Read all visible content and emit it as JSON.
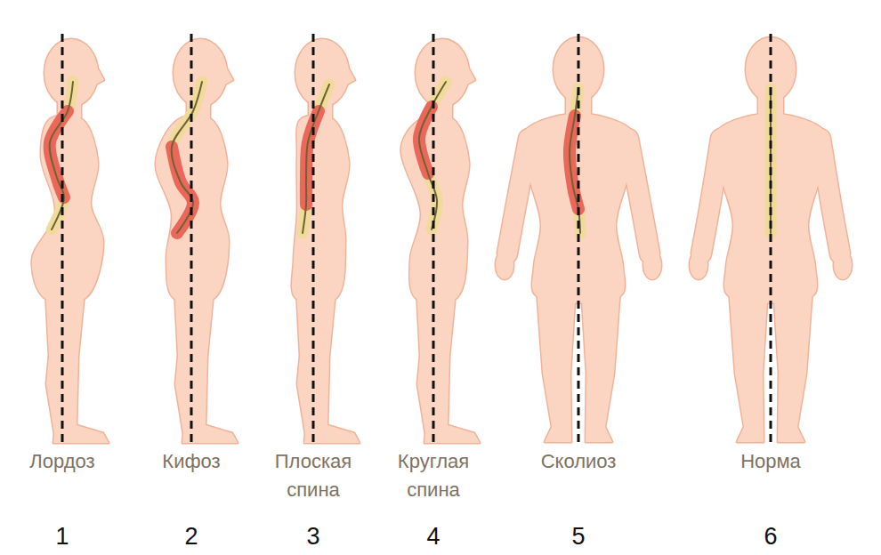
{
  "diagram": {
    "labels": [
      "Лордоз",
      "Кифоз",
      "Плоская спина",
      "Круглая спина",
      "Сколиоз",
      "Норма",
      "1",
      "2",
      "3",
      "4",
      "5",
      "6"
    ]
  }
}
